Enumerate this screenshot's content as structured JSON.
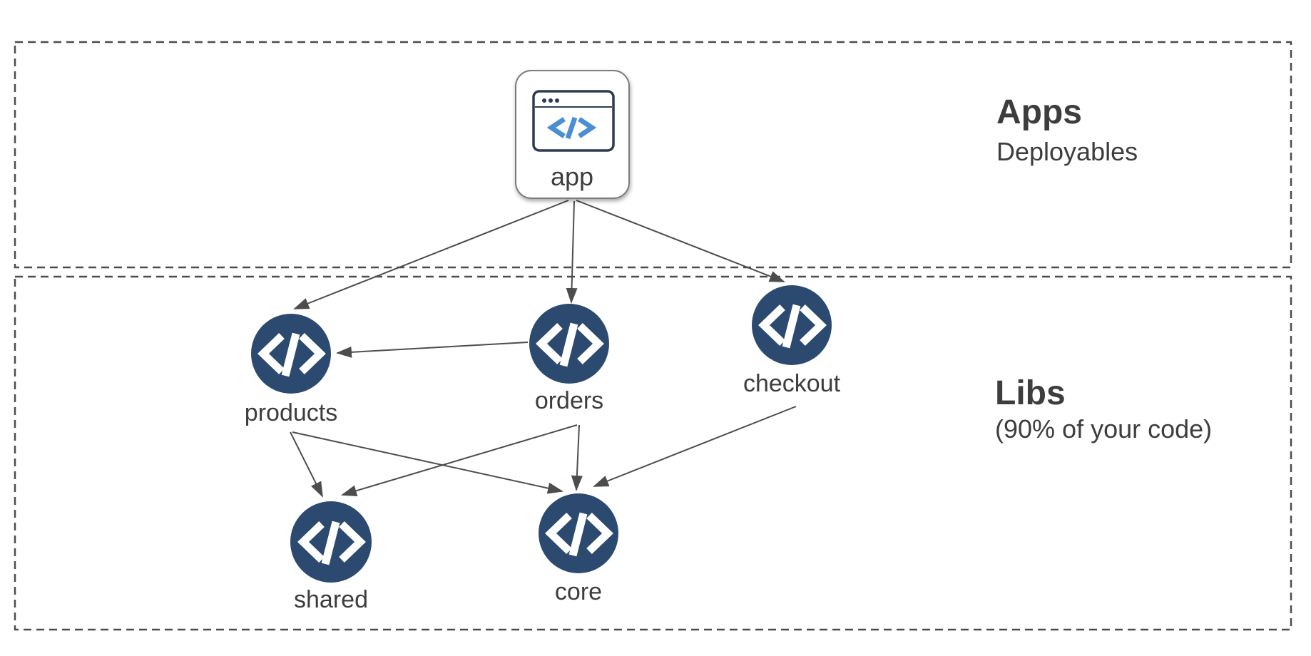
{
  "diagram": {
    "sections": [
      {
        "id": "apps",
        "title": "Apps",
        "subtitle": "Deployables"
      },
      {
        "id": "libs",
        "title": "Libs",
        "subtitle": "(90% of your code)"
      }
    ],
    "nodes": [
      {
        "id": "app",
        "label": "app",
        "kind": "application",
        "section": "apps",
        "icon": "browser-code-icon"
      },
      {
        "id": "products",
        "label": "products",
        "kind": "library",
        "section": "libs",
        "icon": "code-icon"
      },
      {
        "id": "orders",
        "label": "orders",
        "kind": "library",
        "section": "libs",
        "icon": "code-icon"
      },
      {
        "id": "checkout",
        "label": "checkout",
        "kind": "library",
        "section": "libs",
        "icon": "code-icon"
      },
      {
        "id": "shared",
        "label": "shared",
        "kind": "library",
        "section": "libs",
        "icon": "code-icon"
      },
      {
        "id": "core",
        "label": "core",
        "kind": "library",
        "section": "libs",
        "icon": "code-icon"
      }
    ],
    "edges": [
      {
        "from": "app",
        "to": "products"
      },
      {
        "from": "app",
        "to": "orders"
      },
      {
        "from": "app",
        "to": "checkout"
      },
      {
        "from": "orders",
        "to": "products"
      },
      {
        "from": "products",
        "to": "shared"
      },
      {
        "from": "products",
        "to": "core"
      },
      {
        "from": "orders",
        "to": "shared"
      },
      {
        "from": "orders",
        "to": "core"
      },
      {
        "from": "checkout",
        "to": "core"
      }
    ],
    "colors": {
      "node_fill": "#2c4a70",
      "arrow": "#4d4d4d",
      "text": "#3d3d3d",
      "dashed_border": "#4c4c4c",
      "app_icon_blue": "#4a8fd4",
      "app_icon_border": "#2c3b52"
    }
  }
}
